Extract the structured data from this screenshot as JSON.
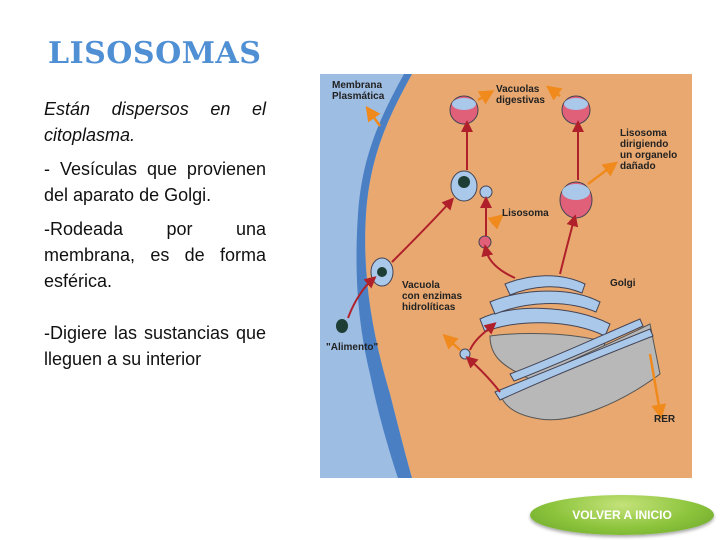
{
  "slide": {
    "title": "LISOSOMAS",
    "paragraphs": [
      "Están dispersos en el citoplasma.",
      "- Vesículas que provienen del aparato de Golgi.",
      "-Rodeada por una membrana, es de forma esférica.",
      "-Digiere las sustancias que lleguen a su interior"
    ]
  },
  "diagram": {
    "labels": {
      "membrana": "Membrana",
      "plasmatica": "Plasmática",
      "vacuolas": "Vacuolas",
      "digestivas": "digestivas",
      "lis_dir_1": "Lisosoma",
      "lis_dir_2": "dirigiendo",
      "lis_dir_3": "un organelo",
      "lis_dir_4": "dañado",
      "lisosoma": "Lisosoma",
      "vacuola_1": "Vacuola",
      "vacuola_2": "con enzimas",
      "vacuola_3": "hidrolíticas",
      "golgi": "Golgi",
      "alimento": "\"Alimento\"",
      "rer": "RER"
    },
    "colors": {
      "cytoplasm": "#e8a870",
      "exterior": "#9dbde3",
      "membrane": "#4a7fc4",
      "organelle": "#a9c8ea",
      "arrow_red": "#b0202a",
      "arrow_orange": "#f08a1c"
    }
  },
  "nav": {
    "back_button": "VOLVER A INICIO"
  }
}
